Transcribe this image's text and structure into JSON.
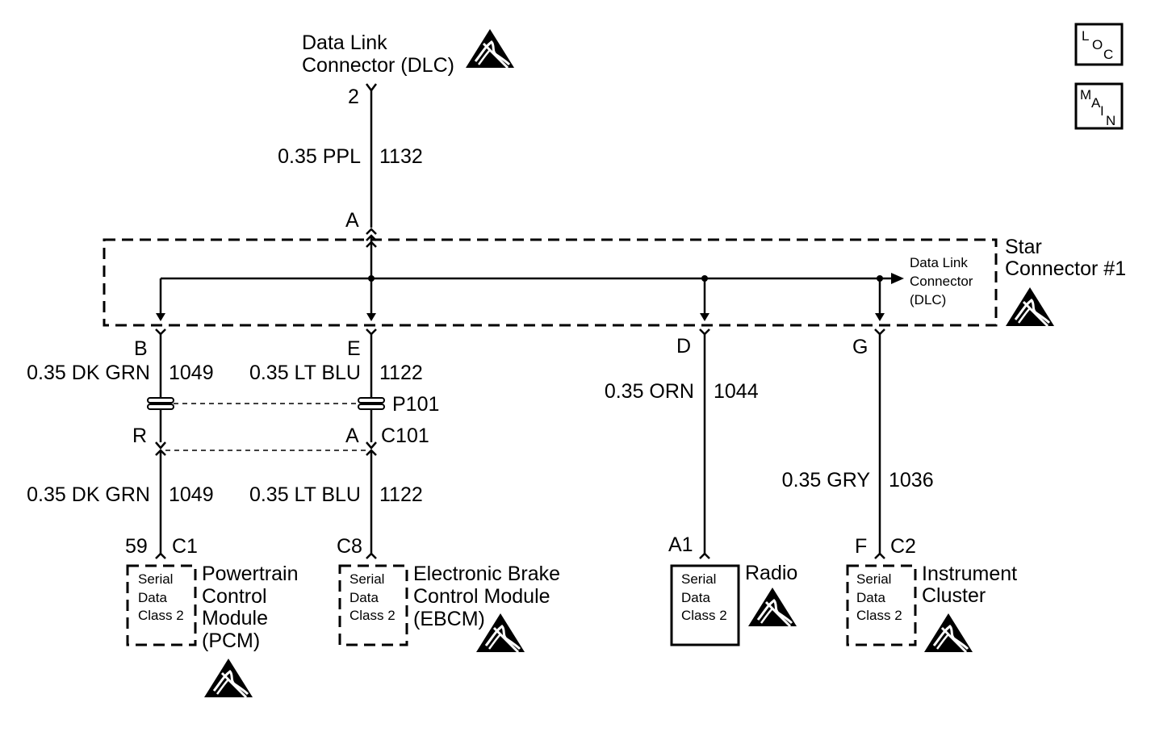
{
  "dlc": {
    "title_line1": "Data Link",
    "title_line2": "Connector (DLC)",
    "pin": "2",
    "wire_gauge_color": "0.35 PPL",
    "circuit": "1132"
  },
  "star_connector": {
    "title_line1": "Star",
    "title_line2": "Connector #1",
    "input_pin": "A",
    "dlc_ref_line1": "Data Link",
    "dlc_ref_line2": "Connector",
    "dlc_ref_line3": "(DLC)"
  },
  "branches": {
    "pcm": {
      "pin_top": "B",
      "wire_top": "0.35 DK GRN",
      "circuit_top": "1049",
      "pin_mid": "R",
      "wire_bottom": "0.35 DK GRN",
      "circuit_bottom": "1049",
      "module_pin": "59",
      "module_connector": "C1"
    },
    "ebcm": {
      "pin_top": "E",
      "wire_top": "0.35 LT BLU",
      "circuit_top": "1122",
      "pin_mid": "A",
      "wire_bottom": "0.35 LT BLU",
      "circuit_bottom": "1122",
      "module_pin": "C8"
    },
    "radio": {
      "pin_top": "D",
      "wire": "0.35 ORN",
      "circuit": "1044",
      "module_pin": "A1"
    },
    "cluster": {
      "pin_top": "G",
      "wire": "0.35 GRY",
      "circuit": "1036",
      "module_pin": "F",
      "module_connector": "C2"
    }
  },
  "inline_connectors": {
    "p101": "P101",
    "c101": "C101"
  },
  "modules": {
    "pcm": {
      "line1": "Powertrain",
      "line2": "Control",
      "line3": "Module",
      "line4": "(PCM)"
    },
    "ebcm": {
      "line1": "Electronic Brake",
      "line2": "Control Module",
      "line3": "(EBCM)"
    },
    "radio": {
      "line1": "Radio"
    },
    "cluster": {
      "line1": "Instrument",
      "line2": "Cluster"
    }
  },
  "serial_data": {
    "line1": "Serial",
    "line2": "Data",
    "line3": "Class 2"
  },
  "nav": {
    "loc": {
      "l": "L",
      "o": "O",
      "c": "C"
    },
    "main": {
      "m": "M",
      "a": "A",
      "i": "I",
      "n": "N"
    }
  },
  "icons": [
    "esd-warning-icon"
  ]
}
